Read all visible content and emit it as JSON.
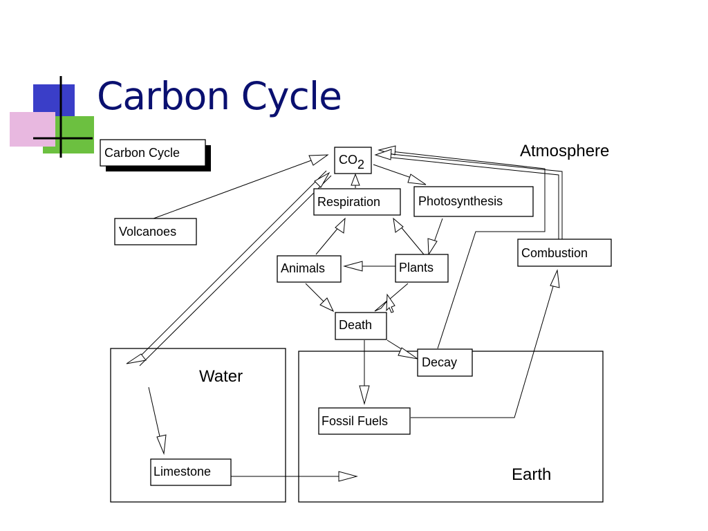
{
  "slide": {
    "title": "Carbon Cycle"
  },
  "diagram": {
    "legend_label": "Carbon Cycle",
    "regions": {
      "atmosphere": "Atmosphere",
      "water": "Water",
      "earth": "Earth"
    },
    "nodes": {
      "co2": "CO",
      "co2_subscript": "2",
      "respiration": "Respiration",
      "photosynthesis": "Photosynthesis",
      "volcanoes": "Volcanoes",
      "animals": "Animals",
      "plants": "Plants",
      "combustion": "Combustion",
      "death": "Death",
      "decay": "Decay",
      "fossil_fuels": "Fossil Fuels",
      "limestone": "Limestone"
    }
  },
  "colors": {
    "title": "#0a1070",
    "logo_blue": "#3a3ec8",
    "logo_green": "#6cc040",
    "logo_pink": "#e8b8e0"
  }
}
